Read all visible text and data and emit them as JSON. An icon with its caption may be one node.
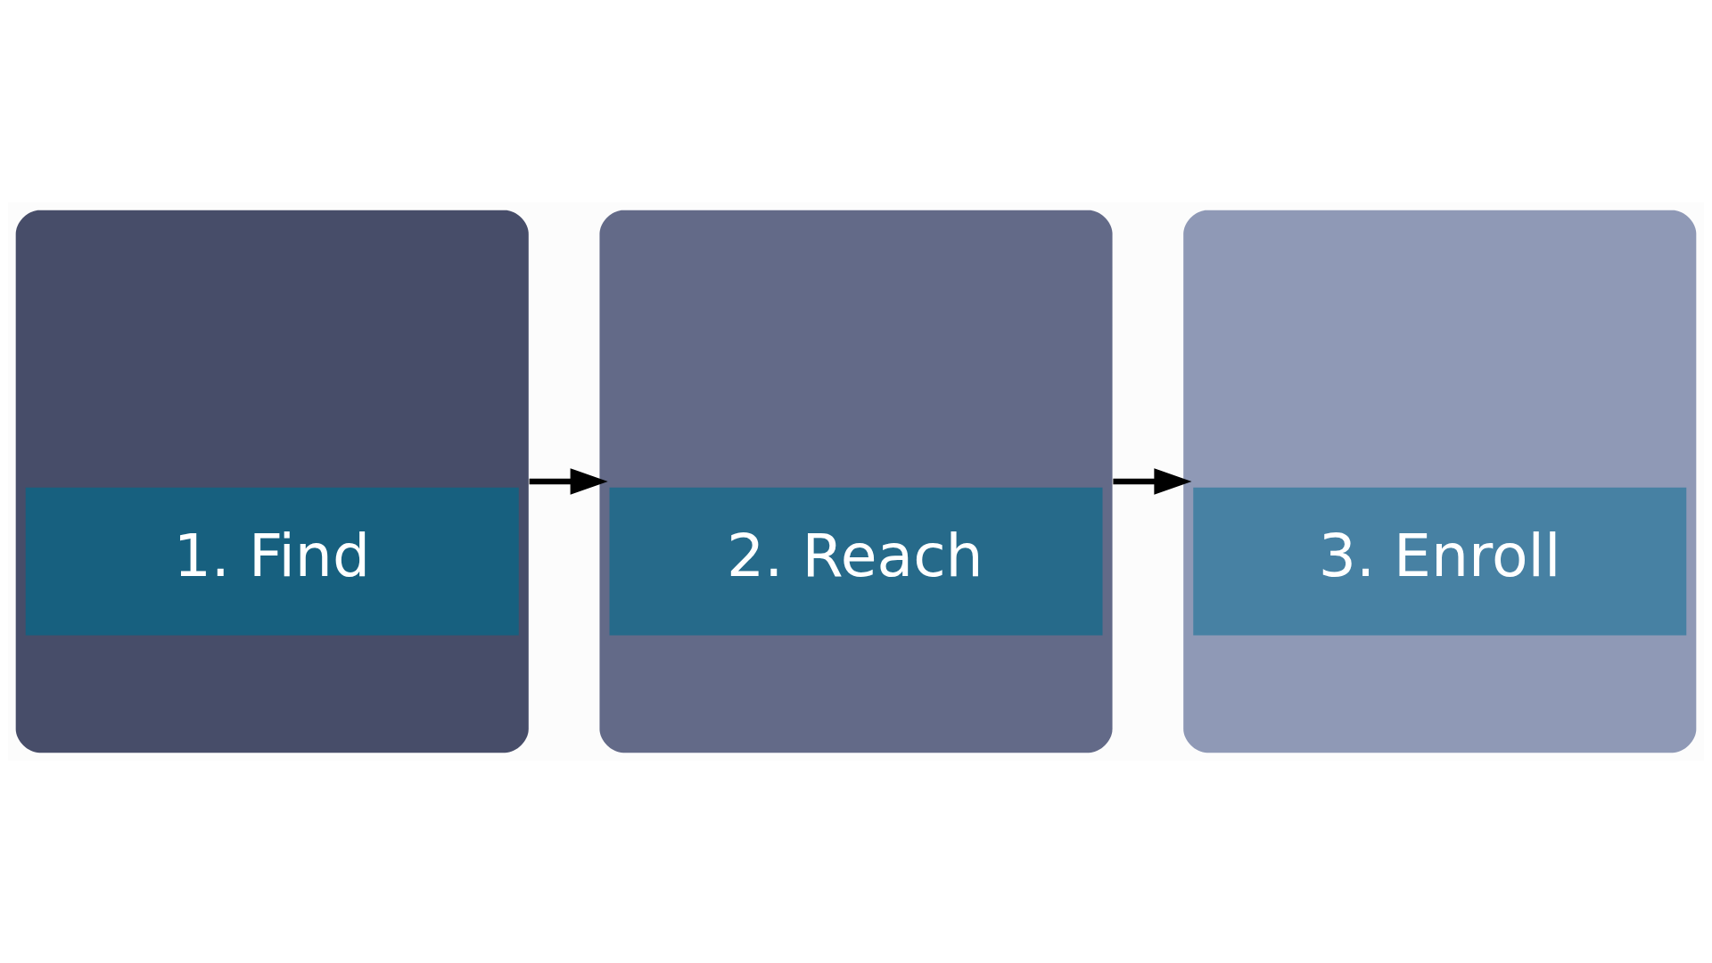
{
  "diagram": {
    "nodes": [
      {
        "text": [
          "1. Find"
        ]
      },
      {
        "text": [
          "2. Reach"
        ]
      },
      {
        "text": [
          "3. Enroll"
        ]
      }
    ],
    "edges": [
      {
        "from": 0,
        "to": 1,
        "arrow": "to"
      },
      {
        "from": 1,
        "to": 2,
        "arrow": "to"
      }
    ]
  }
}
